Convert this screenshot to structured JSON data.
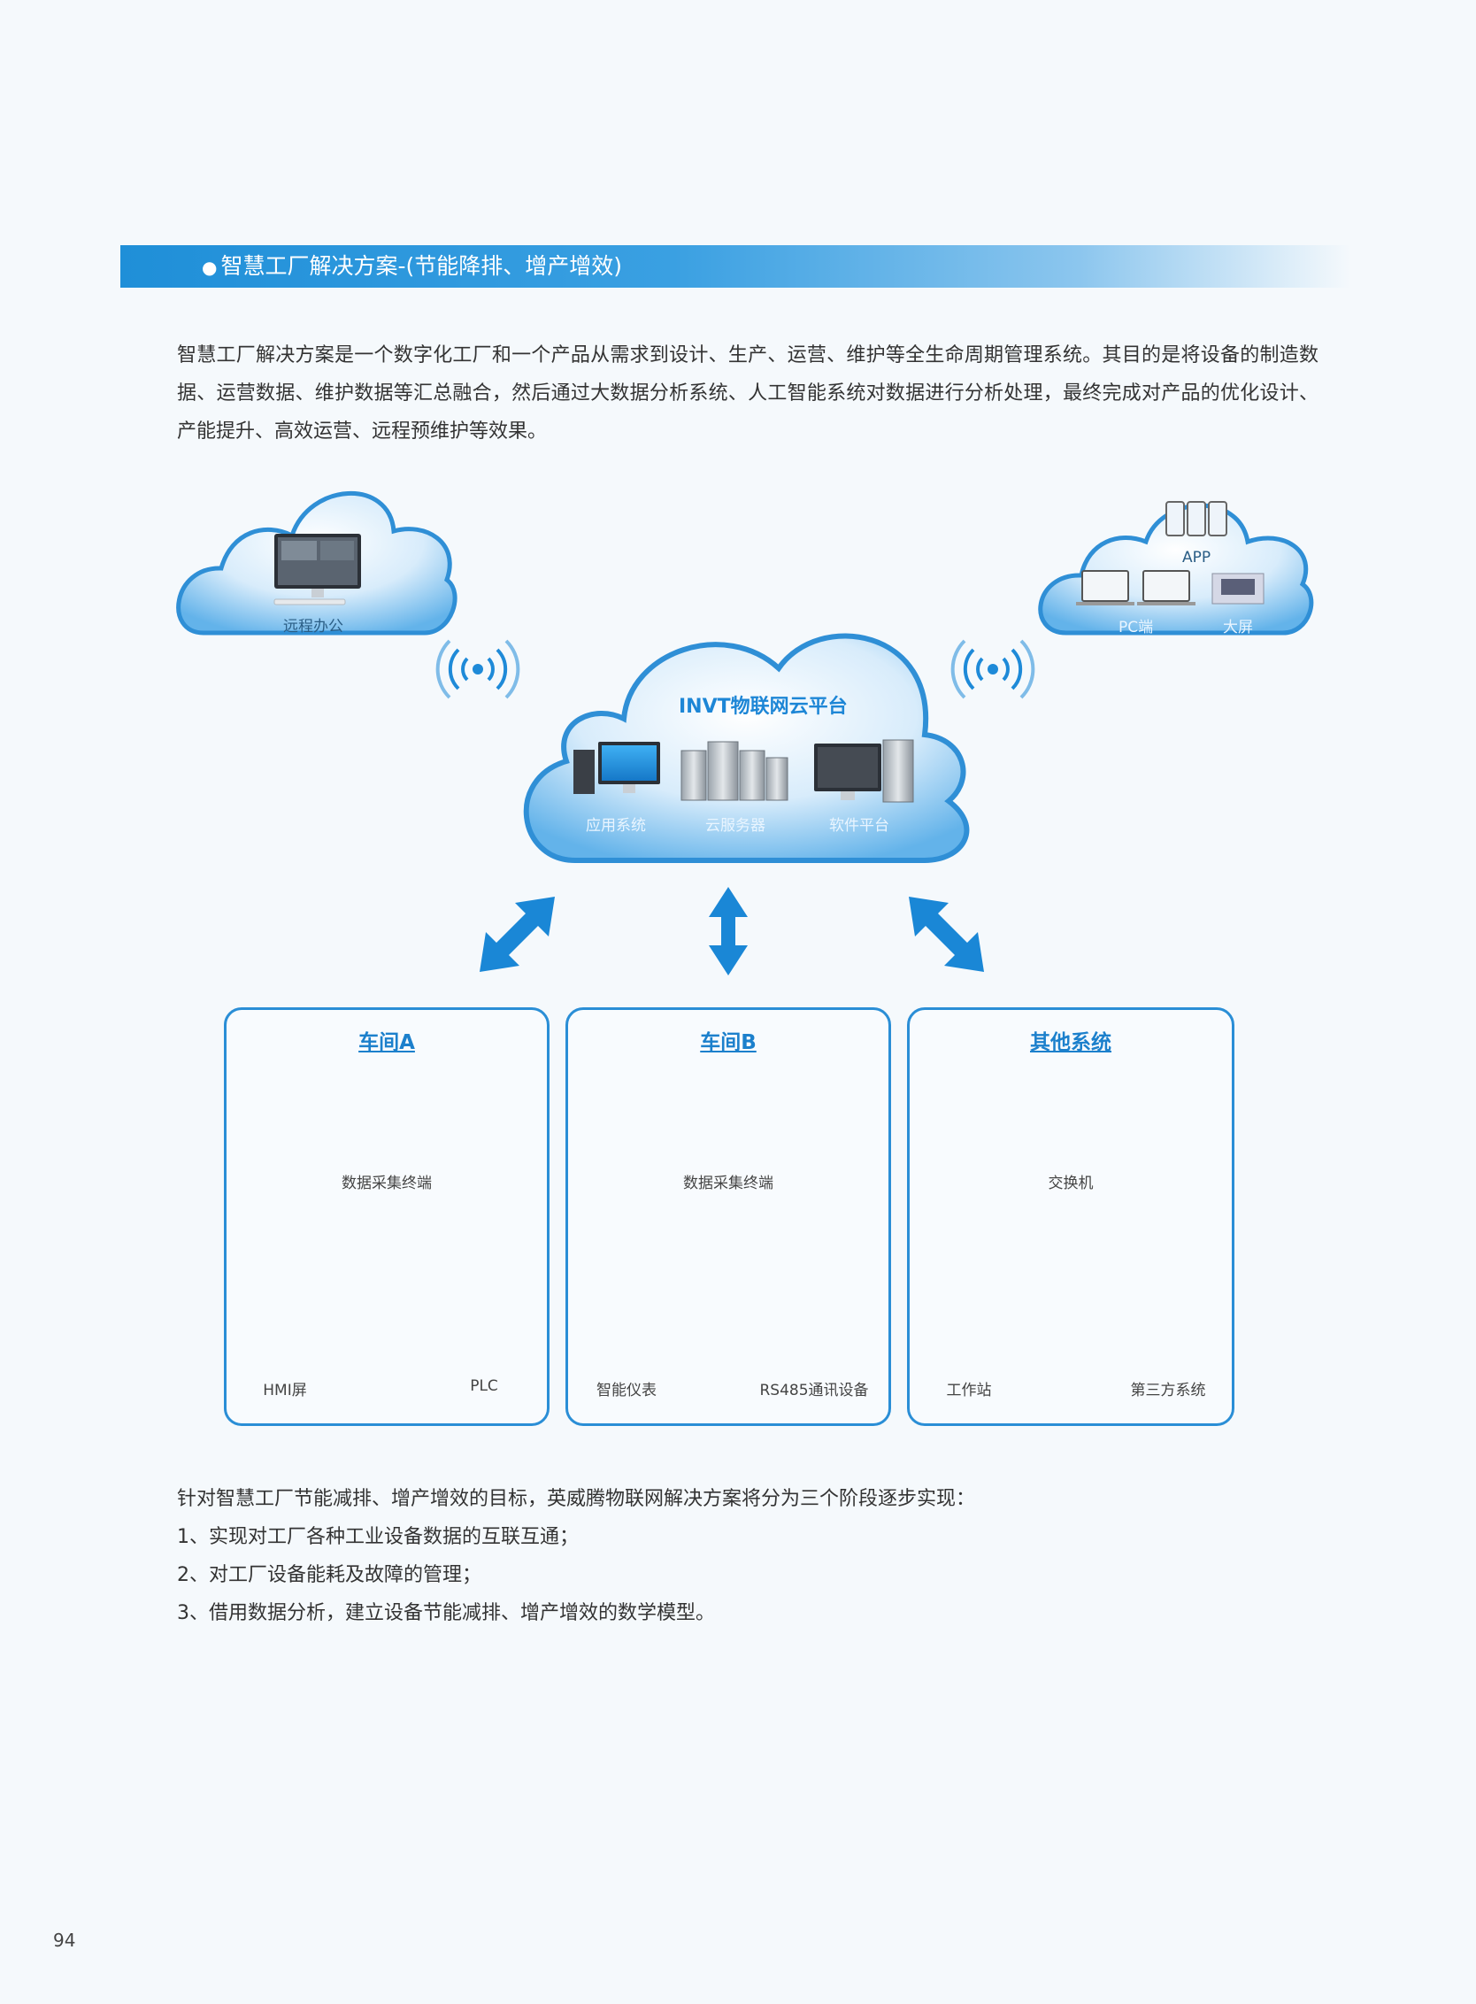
{
  "section": {
    "title": "智慧工厂解决方案-(节能降排、增产增效)"
  },
  "intro": "智慧工厂解决方案是一个数字化工厂和一个产品从需求到设计、生产、运营、维护等全生命周期管理系统。其目的是将设备的制造数据、运营数据、维护数据等汇总融合，然后通过大数据分析系统、人工智能系统对数据进行分析处理，最终完成对产品的优化设计、产能提升、高效运营、远程预维护等效果。",
  "diagram": {
    "remote_office": "远程办公",
    "app": "APP",
    "pc": "PC端",
    "big_screen": "大屏",
    "platform": {
      "title": "INVT物联网云平台",
      "items": [
        "应用系统",
        "云服务器",
        "软件平台"
      ]
    },
    "panels": [
      {
        "title": "车间A",
        "hub": "数据采集终端",
        "left": "HMI屏",
        "right": "PLC"
      },
      {
        "title": "车间B",
        "hub": "数据采集终端",
        "left": "智能仪表",
        "right": "RS485通讯设备"
      },
      {
        "title": "其他系统",
        "hub": "交换机",
        "left": "工作站",
        "right": "第三方系统"
      }
    ]
  },
  "footer": {
    "intro": "针对智慧工厂节能减排、增产增效的目标，英威腾物联网解决方案将分为三个阶段逐步实现：",
    "steps": [
      "1、实现对工厂各种工业设备数据的互联互通；",
      "2、对工厂设备能耗及故障的管理；",
      "3、借用数据分析，建立设备节能减排、增产增效的数学模型。"
    ]
  },
  "page_number": "94",
  "colors": {
    "accent": "#1f8fd8",
    "panel_border": "#2a8ed6",
    "arrow": "#1a87d6"
  }
}
